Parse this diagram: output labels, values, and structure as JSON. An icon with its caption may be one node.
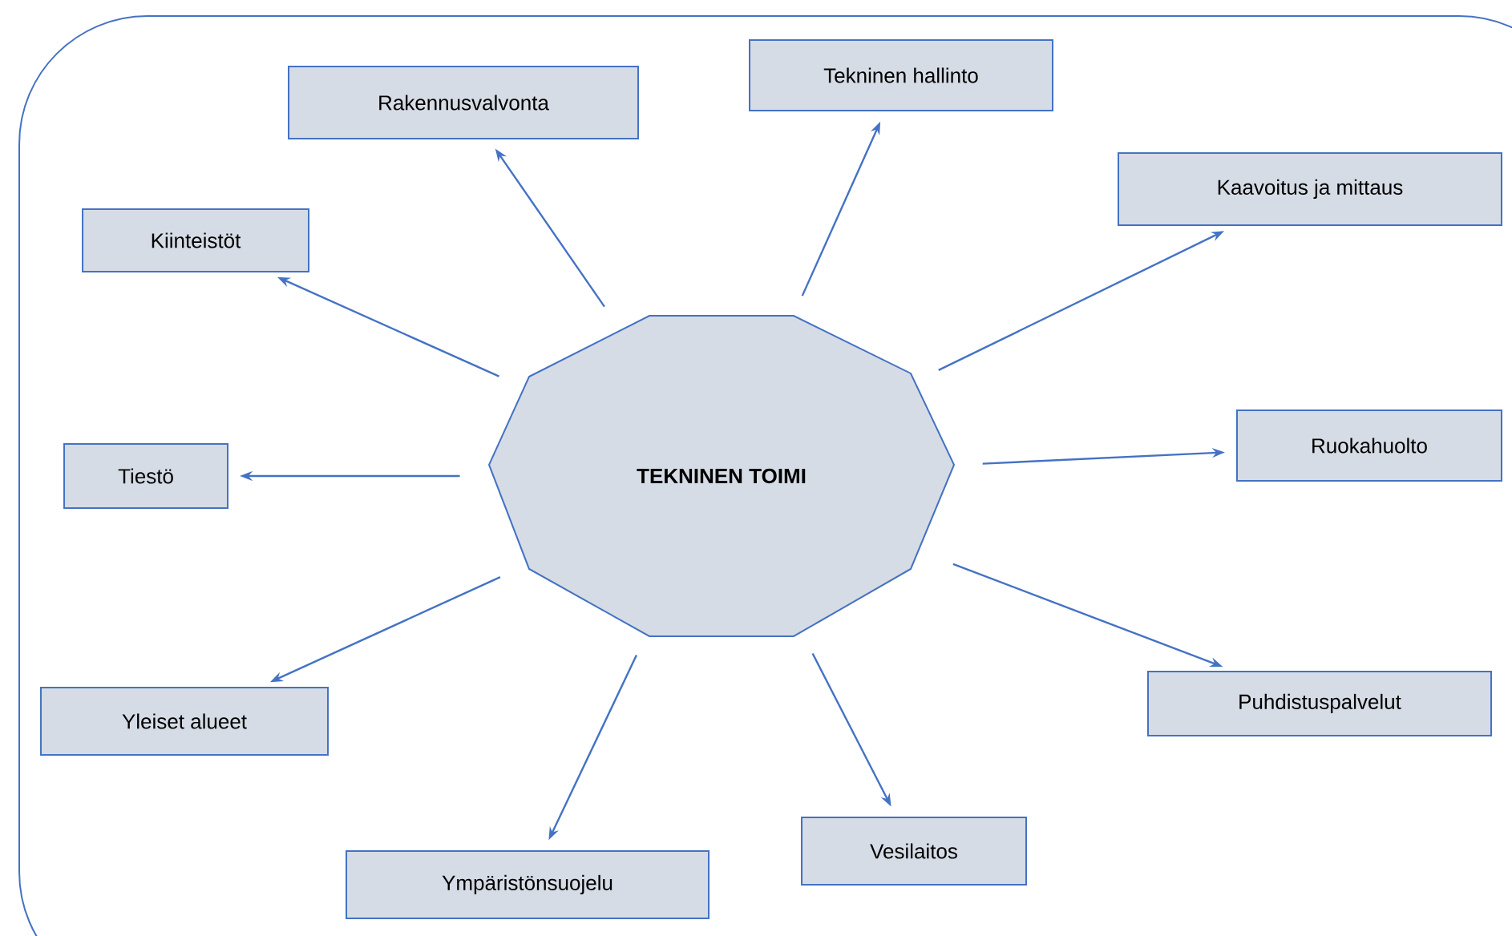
{
  "diagram": {
    "nodes": [
      {
        "text": [
          "TEKNINEN TOIMI"
        ]
      },
      {
        "text": [
          "Tekninen hallinto"
        ]
      },
      {
        "text": [
          "Rakennusvalvonta"
        ]
      },
      {
        "text": [
          "Kaavoitus ja mittaus"
        ]
      },
      {
        "text": [
          "Kiinteistöt"
        ]
      },
      {
        "text": [
          "Ruokahuolto"
        ]
      },
      {
        "text": [
          "Tiestö"
        ]
      },
      {
        "text": [
          "Puhdistuspalvelut"
        ]
      },
      {
        "text": [
          "Yleiset alueet"
        ]
      },
      {
        "text": [
          "Vesilaitos"
        ]
      },
      {
        "text": [
          "Ympäristönsuojelu"
        ]
      }
    ],
    "edges": [
      {
        "from": 0,
        "to": 1,
        "arrow": "to"
      },
      {
        "from": 0,
        "to": 2,
        "arrow": "to"
      },
      {
        "from": 0,
        "to": 3,
        "arrow": "to"
      },
      {
        "from": 0,
        "to": 4,
        "arrow": "to"
      },
      {
        "from": 0,
        "to": 5,
        "arrow": "to"
      },
      {
        "from": 0,
        "to": 6,
        "arrow": "to"
      },
      {
        "from": 0,
        "to": 7,
        "arrow": "to"
      },
      {
        "from": 0,
        "to": 8,
        "arrow": "to"
      },
      {
        "from": 0,
        "to": 9,
        "arrow": "to"
      },
      {
        "from": 0,
        "to": 10,
        "arrow": "to"
      }
    ]
  }
}
